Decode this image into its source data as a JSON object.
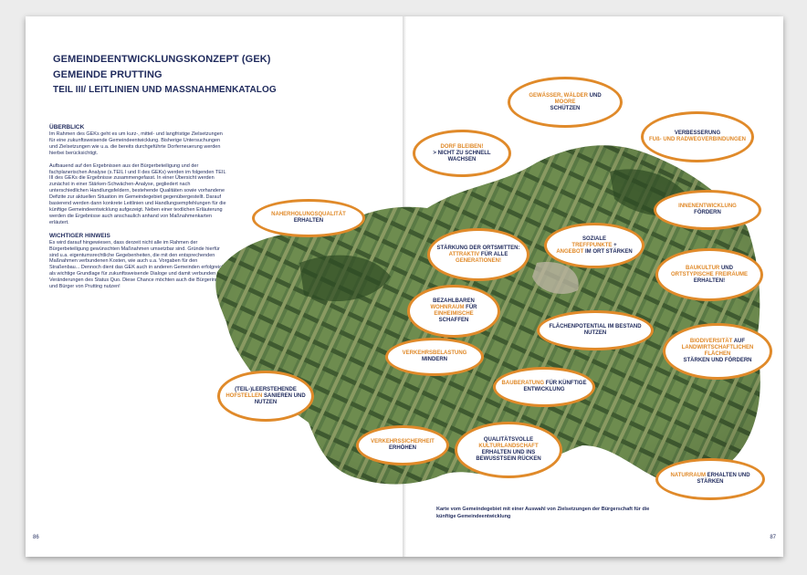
{
  "left_page": {
    "title1": "GEMEINDEENTWICKLUNGSKONZEPT (GEK)",
    "title2": "GEMEINDE PRUTTING",
    "title3": "TEIL III/ LEITLINIEN UND MASSNAHMENKATALOG",
    "sec1_heading": "ÜBERBLICK",
    "sec1_p1": "Im Rahmen des GEKs geht es um kurz-, mittel- und langfristige Zielsetzungen für eine zukunftsweisende Gemeindeentwicklung. Bisherige Untersuchungen und Zielsetzungen wie u.a. die bereits durchgeführte Dorferneuerung werden hierbei berücksichtigt.",
    "sec1_p2": "Aufbauend auf den Ergebnissen aus der Bürgerbeteiligung und der fachplanerischen Analyse (s.TEIL I und II des GEKs) werden im folgenden TEIL III des GEKs die Ergebnisse zusammengefasst. In einer Übersicht werden zunächst in einer Stärken-Schwächen-Analyse, gegliedert nach unterschiedlichen Handlungsfeldern, bestehende Qualitäten sowie vorhandene Defizite zur aktuellen Situation im Gemeindegebiet gegenübergestellt. Darauf basierend werden dann konkrete Leitlinien und Handlungsempfehlungen für die künftige Gemeindeentwicklung aufgezeigt. Neben einer textlichen Erläuterung werden die Ergebnisse auch anschaulich anhand von Maßnahmenkarten erläutert.",
    "sec2_heading": "WICHTIGER HINWEIS",
    "sec2_p1": "Es wird darauf hingewiesen, dass derzeit nicht alle im Rahmen der Bürgerbeteiligung gewünschten Maßnahmen umsetzbar sind. Gründe hierfür sind u.a. eigentumsrechtliche Gegebenheiten, die mit den entsprechenden Maßnahmen verbundenen Kosten, wie auch u.a. Vorgaben für den Straßenbau... Dennoch dient das GEK auch in anderen Gemeinden erfolgreich als wichtige Grundlage für zukunftsweisende Dialoge und damit verbunden auch Veränderungen des Status Quo. Diese Chance möchten auch die Bürgerinnen und Bürger von Prutting nutzen!",
    "page_number": "86"
  },
  "right_page": {
    "caption": "Karte vom Gemeindegebiet mit einer Auswahl von Zielsetzungen der Bürgerschaft für die künftige Gemeindeentwicklung",
    "page_number": "87"
  },
  "bubbles": {
    "b1": {
      "o": "GEWÄSSER, WÄLDER",
      "t": "UND",
      "o2": "MOORE",
      "t2": "SCHÜTZEN"
    },
    "b2": {
      "t": "VERBESSERUNG",
      "o": "FUß- UND RADWEGVERBINDUNGEN"
    },
    "b3": {
      "o": "DORF BLEIBEN!",
      "t": "> NICHT ZU SCHNELL WACHSEN"
    },
    "b4": {
      "o": "INNENENTWICKLUNG",
      "t": "FÖRDERN"
    },
    "b5": {
      "o": "NAHERHOLUNGSQUALITÄT",
      "t": "ERHALTEN"
    },
    "b6": {
      "t": "STÄRKUNG DER ORTSMITTEN:",
      "o": "ATTRAKTIV",
      "t2": "FÜR ALLE",
      "o2": "GENERATIONEN!"
    },
    "b7": {
      "t": "SOZIALE",
      "o": "TREFFPUNKTE",
      "t2": "+",
      "o2": "ANGEBOT",
      "t3": "IM ORT STÄRKEN"
    },
    "b8": {
      "o": "BAUKULTUR",
      "t": "UND",
      "o2": "ORTSTYPISCHE FREIRÄUME",
      "t2": "ERHALTEN!"
    },
    "b9": {
      "t": "BEZAHLBAREN",
      "o": "WOHNRAUM",
      "t2": "FÜR",
      "o2": "EINHEIMISCHE",
      "t3": "SCHAFFEN"
    },
    "b10": {
      "t": "FLÄCHENPOTENTIAL IM BESTAND NUTZEN"
    },
    "b11": {
      "o": "BIODIVERSITÄT",
      "t": "AUF",
      "o2": "LANDWIRTSCHAFTLICHEN FLÄCHEN",
      "t2": "STÄRKEN UND FÖRDERN"
    },
    "b12": {
      "o": "VERKEHRSBELASTUNG",
      "t": "MINDERN"
    },
    "b13": {
      "t": "(TEIL-)LEERSTEHENDE",
      "o": "HOFSTELLEN",
      "t2": "SANIEREN UND NUTZEN"
    },
    "b14": {
      "o": "BAUBERATUNG",
      "t": "FÜR KÜNFTIGE ENTWICKLUNG"
    },
    "b15": {
      "o": "VERKEHRSSICHERHEIT",
      "t": "ERHÖHEN"
    },
    "b16": {
      "t": "QUALITÄTSVOLLE",
      "o": "KULTURLANDSCHAFT",
      "t2": "ERHALTEN UND INS BEWUSSTSEIN RÜCKEN"
    },
    "b17": {
      "o": "NATURRAUM",
      "t": "ERHALTEN UND STÄRKEN"
    }
  },
  "colors": {
    "navy": "#1f2a5c",
    "orange": "#e08a2a",
    "map_green": "#4a6b3a"
  }
}
